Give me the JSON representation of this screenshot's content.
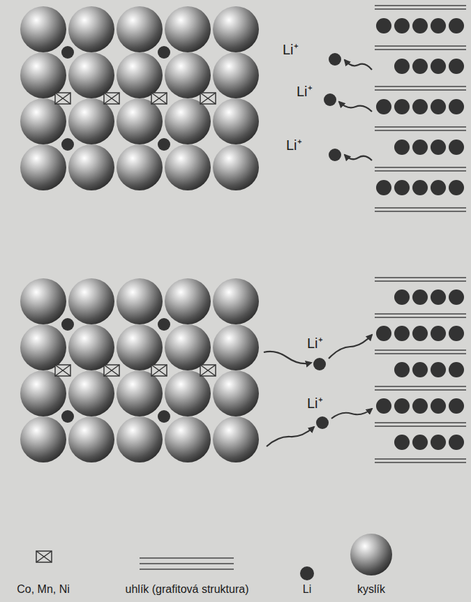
{
  "diagram": {
    "labels": [
      "Li⁺",
      "Li⁺",
      "Li⁺",
      "Li⁺",
      "Li⁺"
    ],
    "legend": [
      {
        "text": "Co, Mn, Ni"
      },
      {
        "text": "uhlík (grafitová struktura)"
      },
      {
        "text": "Li"
      },
      {
        "text": "kyslík"
      }
    ]
  }
}
